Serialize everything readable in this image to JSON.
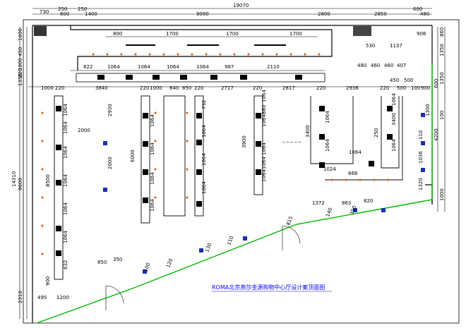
{
  "title": "ROMA北京燕莎金源购物中心厅设计案顶面图",
  "colors": {
    "line": "#000000",
    "glass_wall": "#00bb00",
    "light_fixture": "#e05a00",
    "spot_light": "#1a2fb0",
    "title": "#0000ff"
  },
  "dimensions": {
    "top_total": "19070",
    "top_row": [
      "730",
      "250",
      "600",
      "250",
      "1400",
      "9090",
      "2800",
      "2850",
      "600",
      "480"
    ],
    "left_col": [
      "1600",
      "450",
      "1000",
      "220",
      "1350",
      "9600",
      "2310"
    ],
    "left_total": "14310",
    "right_col": [
      "860",
      "1350",
      "600",
      "1350",
      "4200",
      "100",
      "1000"
    ],
    "top_shelf": [
      "800",
      "1700",
      "1700",
      "1700"
    ],
    "upper_row": [
      "822",
      "1064",
      "1064",
      "1064",
      "1064",
      "987",
      "2110"
    ],
    "mid_row": [
      "1000",
      "220",
      "3840",
      "220",
      "1000",
      "640",
      "850",
      "220",
      "2717",
      "220",
      "2817",
      "220",
      "2936",
      "220",
      "500",
      "100",
      "900"
    ],
    "right_top": [
      "908",
      "530",
      "1137",
      "480",
      "460",
      "460",
      "407",
      "450",
      "500"
    ],
    "shelf_a": [
      "1064",
      "1064",
      "1064",
      "1064",
      "1064",
      "1064",
      "632"
    ],
    "shelf_b": [
      "2930",
      "2000",
      "2000",
      "8500",
      "900",
      "1200",
      "495"
    ],
    "shelf_c": [
      "6000",
      "1064",
      "1064",
      "1064",
      "1064",
      "732",
      "1064",
      "1064",
      "1064"
    ],
    "shelf_d": [
      "3900",
      "1064",
      "1064",
      "1064",
      "1064",
      "880",
      "1064"
    ],
    "shelf_e": [
      "3400",
      "1064",
      "1064",
      "1064",
      "1024",
      "668",
      "250",
      "3400",
      "1064",
      "1064",
      "110",
      "1036",
      "1320",
      "1300",
      "100"
    ],
    "bottom": [
      "1372",
      "863",
      "820",
      "140",
      "350",
      "815",
      "110",
      "850",
      "350",
      "120",
      "130",
      "100"
    ],
    "leader": "_ _ _ _ _"
  }
}
